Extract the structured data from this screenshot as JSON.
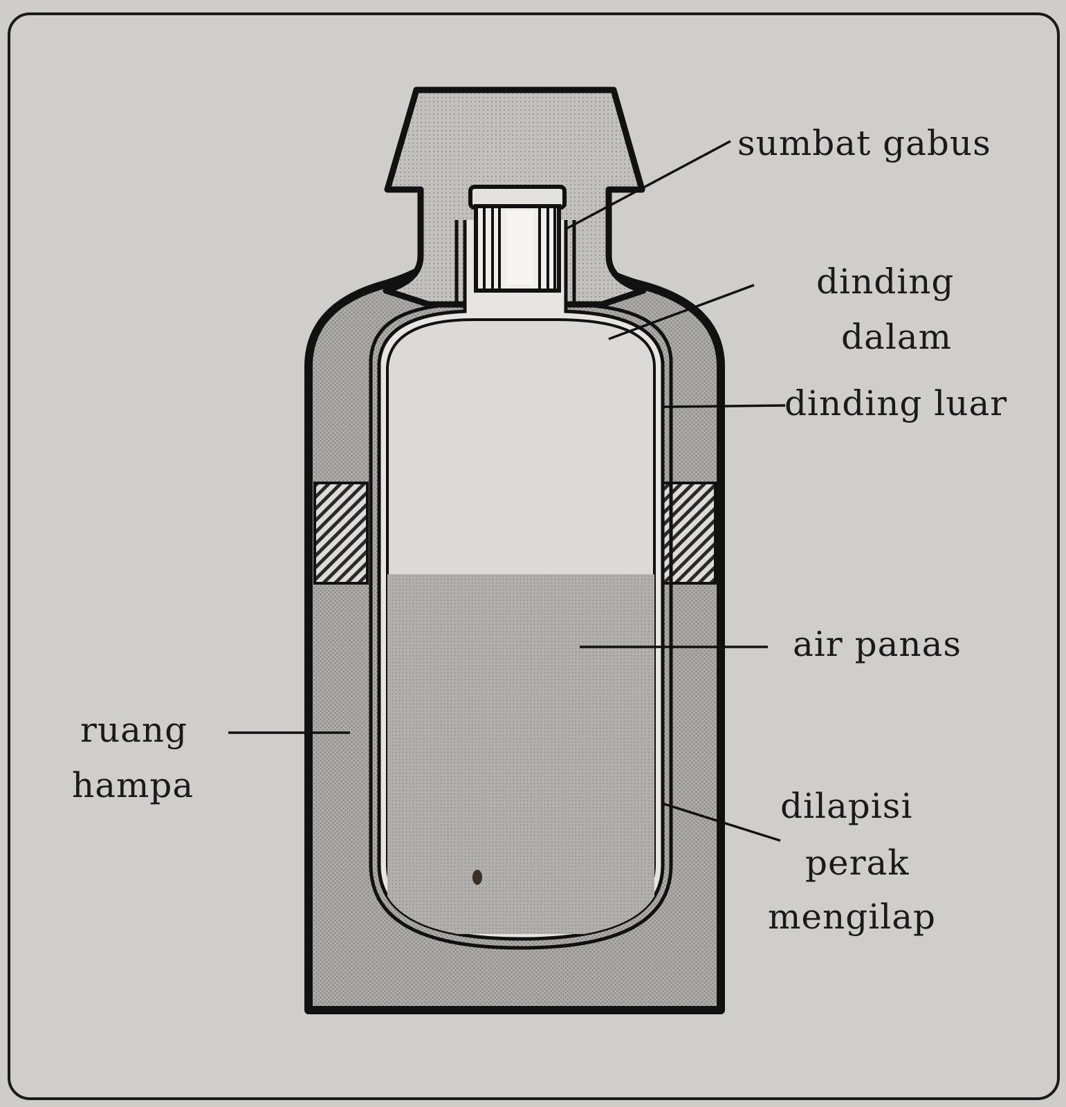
{
  "diagram": {
    "labels": {
      "sumbat_gabus": "sumbat gabus",
      "dinding_dalam_1": "dinding",
      "dinding_dalam_2": "dalam",
      "dinding_luar": "dinding luar",
      "air_panas": "air panas",
      "ruang_hampa_1": "ruang",
      "ruang_hampa_2": "hampa",
      "dilapisi_1": "dilapisi",
      "dilapisi_2": "perak",
      "dilapisi_3": "mengilap"
    }
  }
}
